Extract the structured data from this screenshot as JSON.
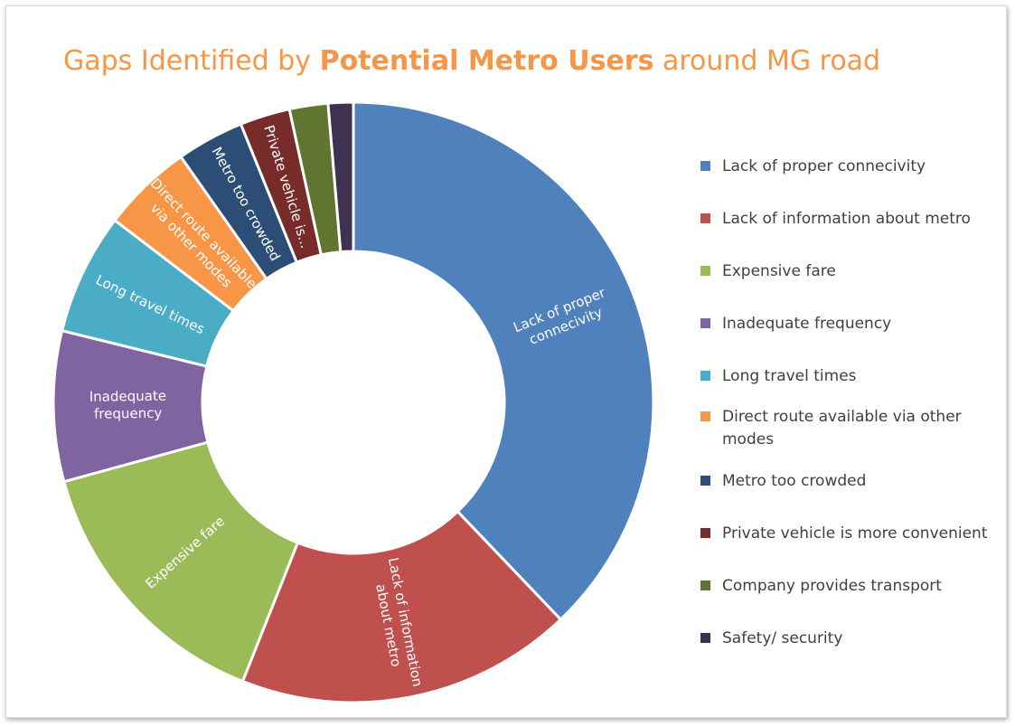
{
  "chart_data": {
    "type": "pie",
    "title_parts": [
      "Gaps Identified by ",
      "Potential Metro Users",
      " around MG road"
    ],
    "categories": [
      "Lack of proper connecivity",
      "Lack of information about metro",
      "Expensive fare",
      "Inadequate frequency",
      "Long travel times",
      "Direct route available via other modes",
      "Metro too crowded",
      "Private vehicle is more convenient",
      "Company provides transport",
      "Safety/ security"
    ],
    "values": [
      36.5,
      17.5,
      14.2,
      7.8,
      6.3,
      4.7,
      3.5,
      2.6,
      2.0,
      1.3
    ],
    "colors": [
      "#4f81bd",
      "#c0504d",
      "#9bbb59",
      "#8064a2",
      "#4bacc6",
      "#f79646",
      "#2c4d75",
      "#772c2a",
      "#5f7530",
      "#3f3151"
    ],
    "slice_labels": [
      [
        "Lack of proper",
        "connecivity"
      ],
      [
        "Lack of information",
        "about metro"
      ],
      [
        "Expensive fare"
      ],
      [
        "Inadequate",
        "frequency"
      ],
      [
        "Long travel times"
      ],
      [
        "Direct route available",
        "via other modes"
      ],
      [
        "Metro too crowded"
      ],
      [
        "Private vehicle is..."
      ],
      [],
      []
    ],
    "legend_position": "right"
  }
}
